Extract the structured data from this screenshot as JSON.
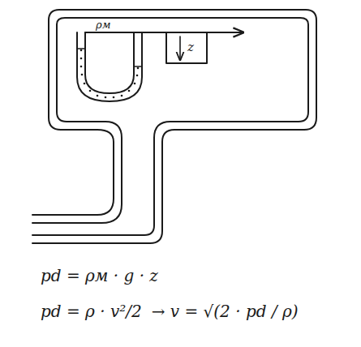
{
  "diagram": {
    "labels": [
      "ρм",
      "z",
      "pd = ρм · g · z",
      "pd = ρ · v²/2",
      "→ v = √(2 · pd / ρ)"
    ]
  }
}
